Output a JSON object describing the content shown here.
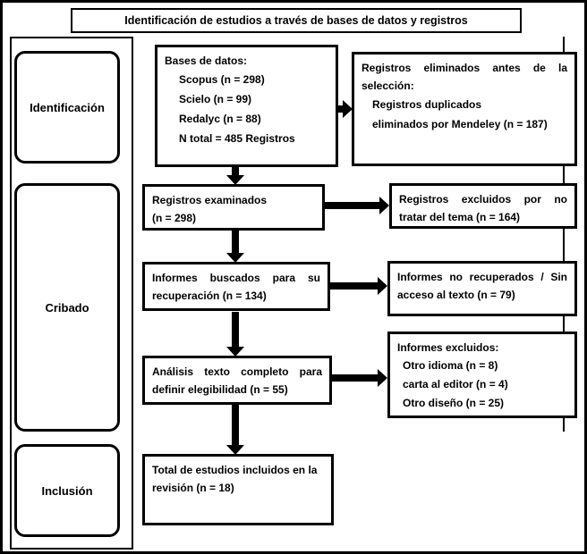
{
  "title": "Identificación de estudios a través de bases de datos y registros",
  "stages": {
    "identification": "Identificación",
    "screening": "Cribado",
    "inclusion": "Inclusión"
  },
  "boxes": {
    "databases": {
      "heading": "Bases de datos:",
      "lines": [
        "Scopus (n = 298)",
        "Scielo (n = 99)",
        "Redalyc (n = 88)",
        "N total = 485 Registros"
      ]
    },
    "removed_before_screening": {
      "heading": "Registros eliminados antes de la selección:",
      "lines": [
        "Registros duplicados",
        "eliminados por Mendeley (n = 187)"
      ]
    },
    "records_screened": {
      "line1": "Registros examinados",
      "line2": "(n = 298)"
    },
    "records_excluded": {
      "text": "Registros excluidos por no tratar del tema (n = 164)"
    },
    "reports_sought": {
      "text": "Informes buscados para su recuperación (n = 134)"
    },
    "reports_not_retrieved": {
      "text": "Informes no recuperados / Sin acceso al texto (n = 79)"
    },
    "fulltext_assessed": {
      "text": "Análisis texto completo para definir elegibilidad (n = 55)"
    },
    "reports_excluded": {
      "heading": "Informes excluidos:",
      "lines": [
        "Otro idioma (n = 8)",
        "carta al editor (n = 4)",
        "Otro diseño (n = 25)"
      ]
    },
    "studies_included": {
      "text": "Total de estudios incluidos en la revisión (n = 18)"
    }
  }
}
